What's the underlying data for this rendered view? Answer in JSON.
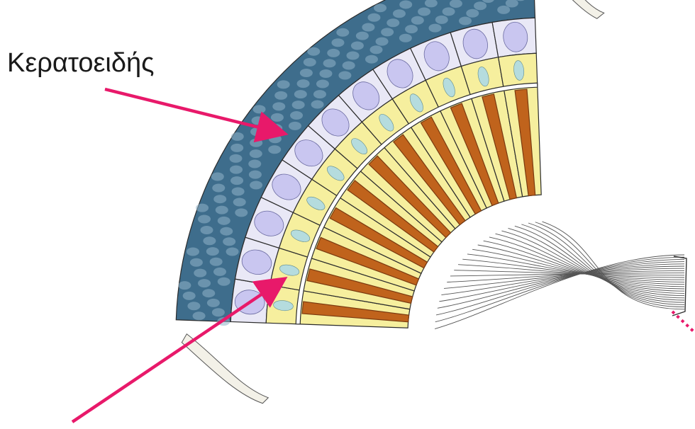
{
  "labels": {
    "cornea": "Κερατοειδής"
  },
  "colors": {
    "arrow": "#e8196a",
    "cornea_outer": "#3e6d8c",
    "cornea_inner": "#c9c6f0",
    "cone": "#b5dcde",
    "rhabdom": "#c0631c",
    "retinula": "#f6ef9e",
    "fibers": "#ffffff",
    "outline": "#2b2b2b"
  },
  "icons": [
    "eye-diagram-illustration",
    "pointer-arrow"
  ],
  "diagram": {
    "subject": "compound-eye-cross-section",
    "ommatidia_count": 11
  }
}
